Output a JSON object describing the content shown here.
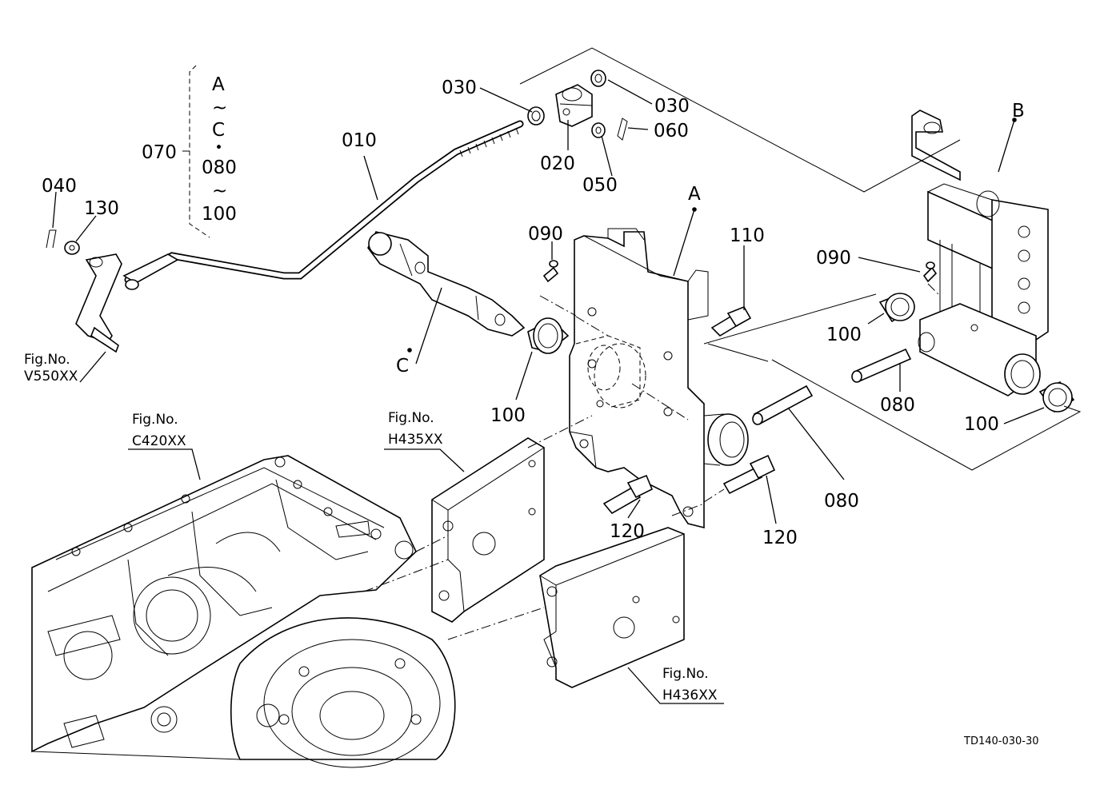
{
  "callouts": {
    "c030a": "030",
    "c030b": "030",
    "c060": "060",
    "c020": "020",
    "c050": "050",
    "c010": "010",
    "c040": "040",
    "c130": "130",
    "c070": "070",
    "range_a": "A",
    "tilde1": "~",
    "range_c": "C",
    "dot": "・",
    "range_080": "080",
    "tilde2": "~",
    "range_100": "100",
    "c090a": "090",
    "c090b": "090",
    "c110": "110",
    "c100a": "100",
    "c100b": "100",
    "c100c": "100",
    "c080a": "080",
    "c080b": "080",
    "c120a": "120",
    "c120b": "120",
    "letter_a": "A",
    "letter_b": "B",
    "letter_c": "C"
  },
  "fig_refs": {
    "v550": {
      "line1": "Fig.No.",
      "line2": "V550XX"
    },
    "c420": {
      "line1": "Fig.No.",
      "line2": "C420XX"
    },
    "h435": {
      "line1": "Fig.No.",
      "line2": "H435XX"
    },
    "h436": {
      "line1": "Fig.No.",
      "line2": "H436XX"
    }
  },
  "drawing_code": "TD140-030-30"
}
